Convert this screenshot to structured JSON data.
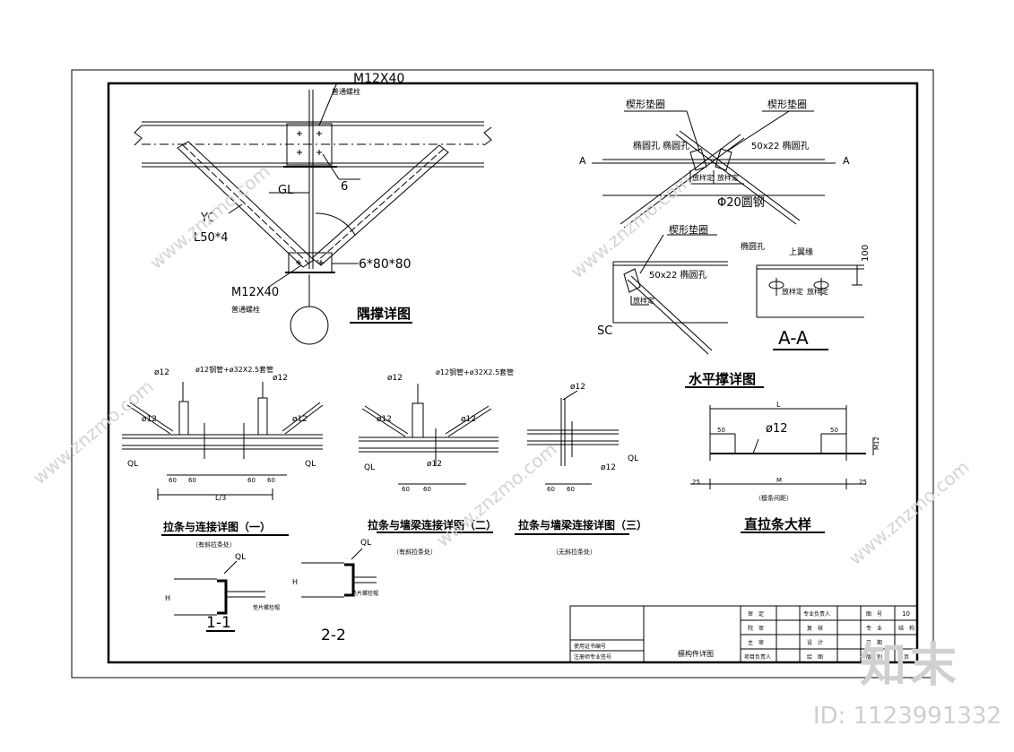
{
  "watermark_text": "www.znzmo.com",
  "brand": "知末",
  "image_id": "ID: 1123991332",
  "bracing": {
    "bolt_top": "M12X40",
    "bolt_top_note": "普通螺栓",
    "gl": "GL",
    "weld": "6",
    "yc": "YC",
    "angle": "L50*4",
    "plate": "6*80*80",
    "bolt_bottom": "M12X40",
    "bolt_bottom_note": "普通螺栓",
    "title": "隅撑详图"
  },
  "horizontal": {
    "wedge_left": "楔形垫圈",
    "wedge_right": "楔形垫圈",
    "slot_left": "椭圆孔  椭圆孔",
    "slot_right": "50x22 椭圆孔",
    "a_left": "A",
    "a_right": "A",
    "nut1": "放样定",
    "nut2": "放样定",
    "rod": "Φ20圆钢",
    "wedge_mid": "楔形垫圈",
    "slot_mid": "50x22  椭圆孔",
    "nut_mid": "放样定",
    "sc": "SC",
    "slot_aa": "椭圆孔",
    "edge_aa": "上翼缘",
    "nut_aa1": "放样定",
    "nut_aa2": "放样定",
    "dim_100": "100",
    "aa_title": "A-A",
    "title": "水平撑详图"
  },
  "tie1": {
    "d1": "ø12",
    "d2": "ø12钢管+ø32X2.5套管",
    "d3": "ø12",
    "d4": "ø12",
    "d5": "ø12",
    "ql_left": "QL",
    "ql_right": "QL",
    "dims": [
      "60",
      "60",
      "60",
      "60"
    ],
    "span": "L/3",
    "title": "拉条与连接详图（一）",
    "subtitle": "（有斜拉条处）"
  },
  "tie2": {
    "d1": "ø12",
    "d2": "ø12钢管+ø32X2.5套管",
    "d3": "ø12",
    "d4": "ø12",
    "d5": "ø12",
    "ql": "QL",
    "dims": [
      "60",
      "60"
    ],
    "title": "拉条与墙梁连接详图（二）",
    "subtitle": "（有斜拉条处）"
  },
  "tie3": {
    "d1": "ø12",
    "d2": "ø12",
    "ql": "QL",
    "dims": [
      "60",
      "60"
    ],
    "title": "拉条与墙梁连接详图（三）",
    "subtitle": "（无斜拉条处）"
  },
  "straight": {
    "l": "L",
    "d": "ø12",
    "left50": "50",
    "right50": "50",
    "m": "M12",
    "left25": "25",
    "right25": "25",
    "mid": "M",
    "note": "（檩条间距）",
    "title": "直拉条大样"
  },
  "sec1": {
    "ql": "QL",
    "h": "H",
    "note": "垫片螺栓帽",
    "title": "1-1"
  },
  "sec2": {
    "ql": "QL",
    "h": "H",
    "note": "垫片螺栓帽",
    "title": "2-2"
  },
  "titleblock": {
    "left1": "使用证书编号",
    "left2": "注册师专业签号",
    "drawing_name": "檩构件详图",
    "r1": [
      "审　定",
      "",
      "专业负责人",
      "",
      "图　号",
      "10"
    ],
    "r2": [
      "院　审",
      "",
      "复　核",
      "",
      "专　业",
      "结　构"
    ],
    "r3": [
      "主　审",
      "",
      "设　计",
      "",
      "日　期",
      ""
    ],
    "r4": [
      "项目负责人",
      "",
      "绘　图",
      "",
      "版　别",
      "页"
    ]
  }
}
